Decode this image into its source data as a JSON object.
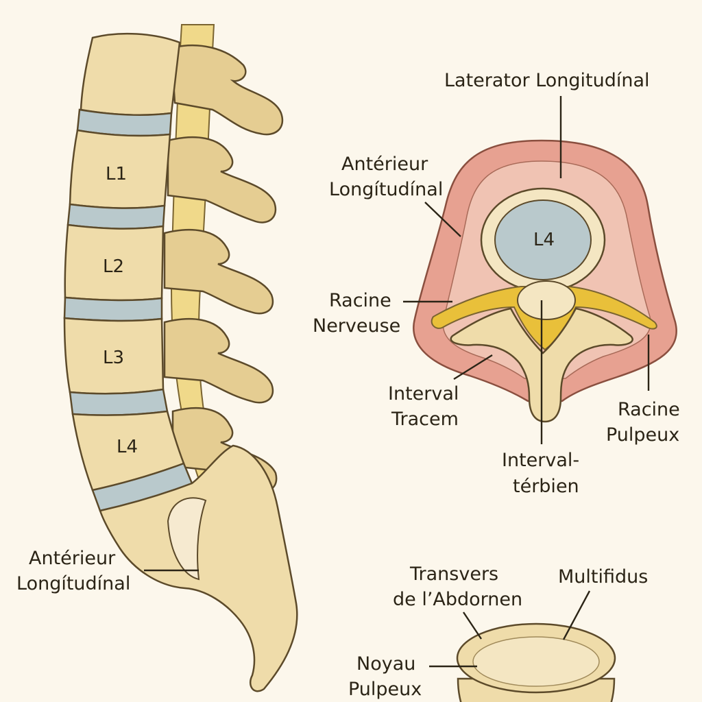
{
  "lateral_view": {
    "vertebrae": [
      "L1",
      "L2",
      "L3",
      "L4"
    ],
    "label_ligament": [
      "Antérieur",
      "Longítudínal"
    ]
  },
  "axial_view": {
    "body_label": "L4",
    "label_top": "Laterator Longitudínal",
    "label_anterior": [
      "Antérieur",
      "Longítudínal"
    ],
    "label_root": [
      "Racine",
      "Nerveuse"
    ],
    "label_interval": [
      "Interval",
      "Tracem"
    ],
    "label_interval2": [
      "Interval-",
      "térbien"
    ],
    "label_racine_pulpeux": [
      "Racine",
      "Pulpeux"
    ]
  },
  "disc_view": {
    "label_transvers": [
      "Transvers",
      "de l’Abdornen"
    ],
    "label_multifidus": "Multifidus",
    "label_noyau": [
      "Noyau",
      "Pulpeux"
    ]
  },
  "colors": {
    "background": "#fcf7ec",
    "bone": "#efdcaa",
    "disc": "#b9c9cc",
    "muscle": "#e7a191",
    "nerve": "#e9c03a",
    "cord": "#f0d98a"
  }
}
